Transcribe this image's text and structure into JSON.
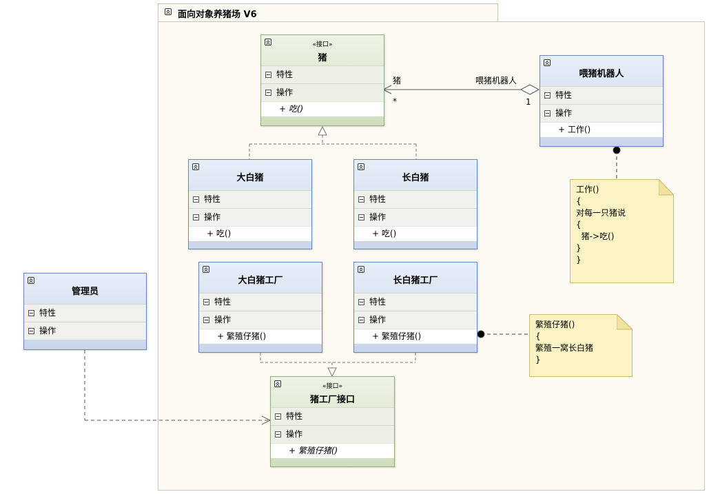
{
  "package": {
    "title": "面向对象养猪场 V6"
  },
  "compartments": {
    "attributes": "特性",
    "operations": "操作"
  },
  "classes": {
    "pig": {
      "stereotype": "«接口»",
      "name": "猪",
      "op": "+ 吃()"
    },
    "feeder": {
      "name": "喂猪机器人",
      "op": "+ 工作()"
    },
    "big_white": {
      "name": "大白猪",
      "op": "+ 吃()"
    },
    "long_white": {
      "name": "长白猪",
      "op": "+ 吃()"
    },
    "big_white_factory": {
      "name": "大白猪工厂",
      "op": "+ 繁殖仔猪()"
    },
    "long_white_factory": {
      "name": "长白猪工厂",
      "op": "+ 繁殖仔猪()"
    },
    "pig_factory": {
      "stereotype": "«接口»",
      "name": "猪工厂接口",
      "op": "+ 繁殖仔猪()"
    },
    "manager": {
      "name": "管理员"
    }
  },
  "association": {
    "pig_role": "猪",
    "pig_mult": "*",
    "feeder_role": "喂猪机器人",
    "feeder_mult": "1"
  },
  "notes": {
    "feeder_note": [
      "工作()",
      "{",
      "对每一只猪说",
      "{",
      "  猪->吃()",
      "}",
      "}"
    ],
    "factory_note": [
      "繁殖仔猪()",
      "{",
      "繁殖一窝长白猪",
      "}"
    ]
  }
}
